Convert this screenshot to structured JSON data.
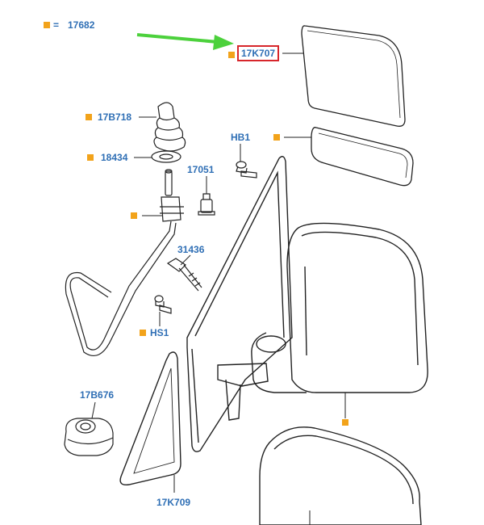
{
  "legend": {
    "eq": "=",
    "number": "17682"
  },
  "labels": {
    "mirror_glass": "17K707",
    "boot": "17B718",
    "gasket": "18434",
    "clip": "17051",
    "bolt_hb1": "HB1",
    "bolt_31436": "31436",
    "bolt_hs1": "HS1",
    "knob": "17B676",
    "trim": "17K709"
  },
  "colors": {
    "label": "#2f6fb5",
    "marker": "#f2a31b",
    "highlight_box": "#d7262b",
    "arrow": "#4cd13c",
    "line": "#222222"
  }
}
